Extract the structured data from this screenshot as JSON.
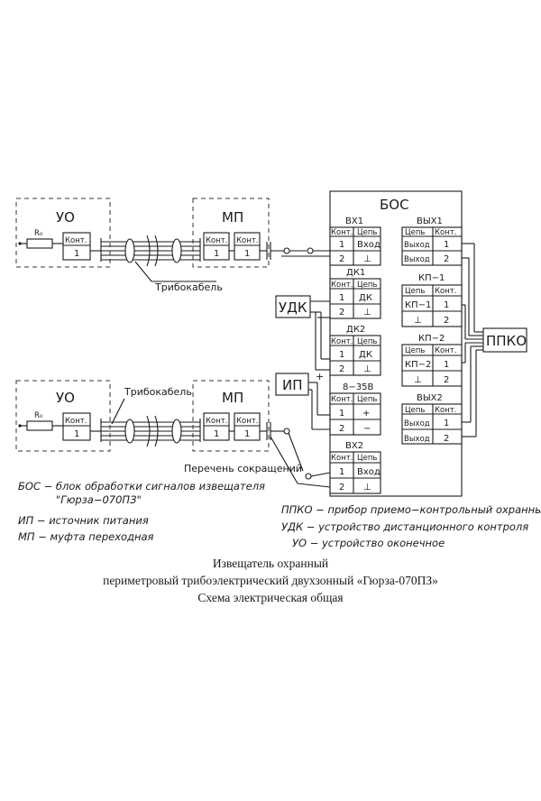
{
  "blocks": {
    "uo": "УО",
    "mp": "МП",
    "bos": "БОС",
    "udk": "УДК",
    "ip": "ИП",
    "ppko": "ППКО"
  },
  "labels": {
    "r0": "R₀",
    "kont": "Конт.",
    "tsep": "Цепь",
    "one": "1",
    "two": "2",
    "tribocable": "Трибокабель",
    "plus": "+",
    "minus": "−",
    "ground": "⊥",
    "vhod": "Вход",
    "vyhod": "Выход",
    "dk": "ДК",
    "kp1_sig": "КП−1",
    "kp2_sig": "КП−2",
    "legend_caption": "Перечень сокращений"
  },
  "sections": {
    "vx1": "ВХ1",
    "vx2": "ВХ2",
    "dk1": "ДК1",
    "dk2": "ДК2",
    "v835": "8−35В",
    "vyh1": "ВЫХ1",
    "kp1": "КП−1",
    "kp2": "КП−2",
    "vyh2": "ВЫХ2"
  },
  "legend": {
    "bos": "БОС − блок обработки сигналов извещателя",
    "bos_cont": "\"Гюрза−070ПЗ\"",
    "ip": "ИП − источник питания",
    "mp": "МП − муфта переходная",
    "ppko": "ППКО − прибор приемо−контрольный охранный",
    "udk": "УДК − устройство дистанционного контроля",
    "uo": "УО − устройство оконечное"
  },
  "caption": {
    "line1": "Извещатель охранный",
    "line2": "периметровый трибоэлектрический двухзонный «Гюрза-070ПЗ»",
    "line3": "Схема электрическая общая"
  }
}
